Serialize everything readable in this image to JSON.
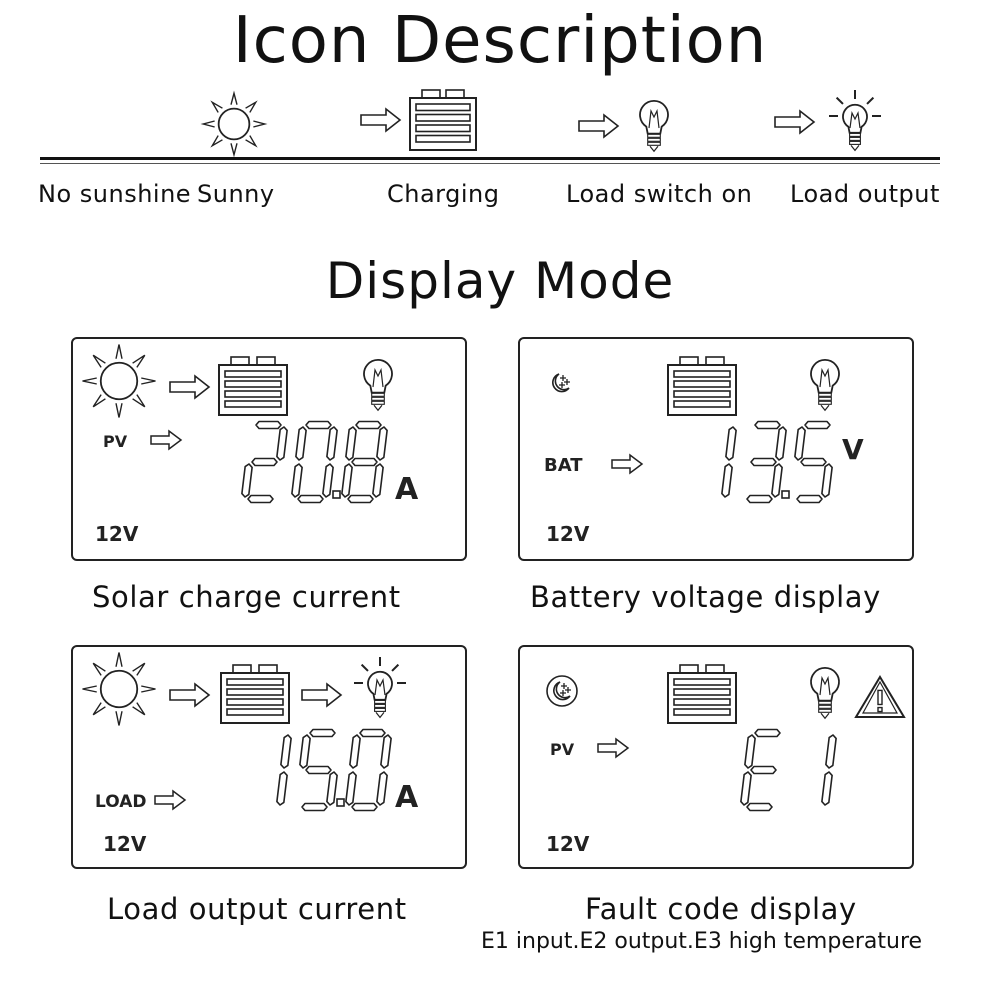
{
  "icon_section": {
    "title": "Icon Description",
    "legend": {
      "no_sunshine": "No sunshine",
      "sunny": "Sunny",
      "charging": "Charging",
      "load_switch_on": "Load switch on",
      "load_output": "Load output"
    }
  },
  "display_section": {
    "title": "Display Mode",
    "panels": [
      {
        "caption": "Solar charge current",
        "source": "PV",
        "reading": "20.8",
        "unit": "A",
        "system": "12V"
      },
      {
        "caption": "Battery voltage display",
        "source": "BAT",
        "reading": "13.5",
        "unit": "V",
        "system": "12V"
      },
      {
        "caption": "Load output current",
        "source": "LOAD",
        "reading": "15.0",
        "unit": "A",
        "system": "12V"
      },
      {
        "caption": "Fault code display",
        "source": "PV",
        "reading": "E1",
        "unit": "",
        "system": "12V",
        "subcaption": "E1 input.E2 output.E3 high temperature"
      }
    ]
  },
  "icons": [
    "sun-icon",
    "arrow-icon",
    "battery-icon",
    "bulb-icon",
    "bulb-glow-icon",
    "moon-icon",
    "warning-icon"
  ]
}
